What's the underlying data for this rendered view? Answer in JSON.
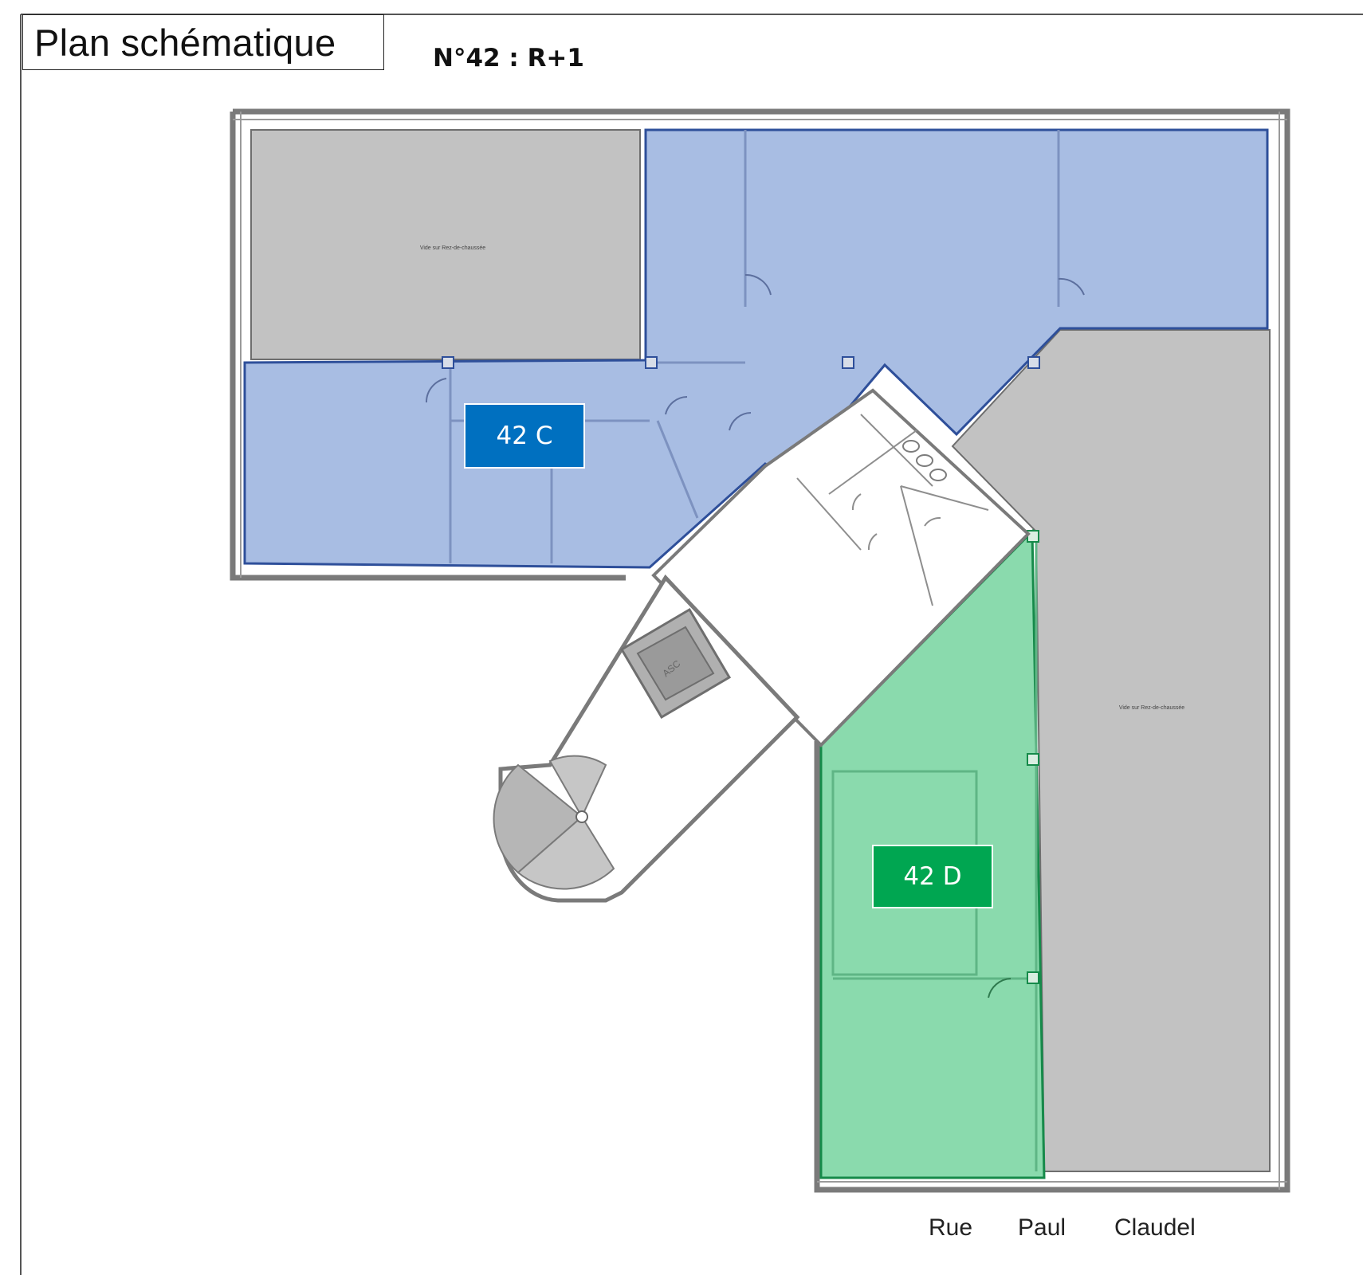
{
  "header": {
    "title": "Plan schématique",
    "subtitle": "N°42 : R+1"
  },
  "units": [
    {
      "id": "42 C",
      "color": "#0070c0",
      "fill": "#a3b9e2"
    },
    {
      "id": "42 D",
      "color": "#00a651",
      "fill": "#84d8a9"
    }
  ],
  "void_areas": {
    "fill": "#c2c2c2",
    "label_north": "Vide sur Rez-de-chaussée",
    "label_east": "Vide sur Rez-de-chaussée"
  },
  "elevator": {
    "label": "ASC"
  },
  "street": {
    "words": [
      "Rue",
      "Paul",
      "Claudel"
    ]
  }
}
